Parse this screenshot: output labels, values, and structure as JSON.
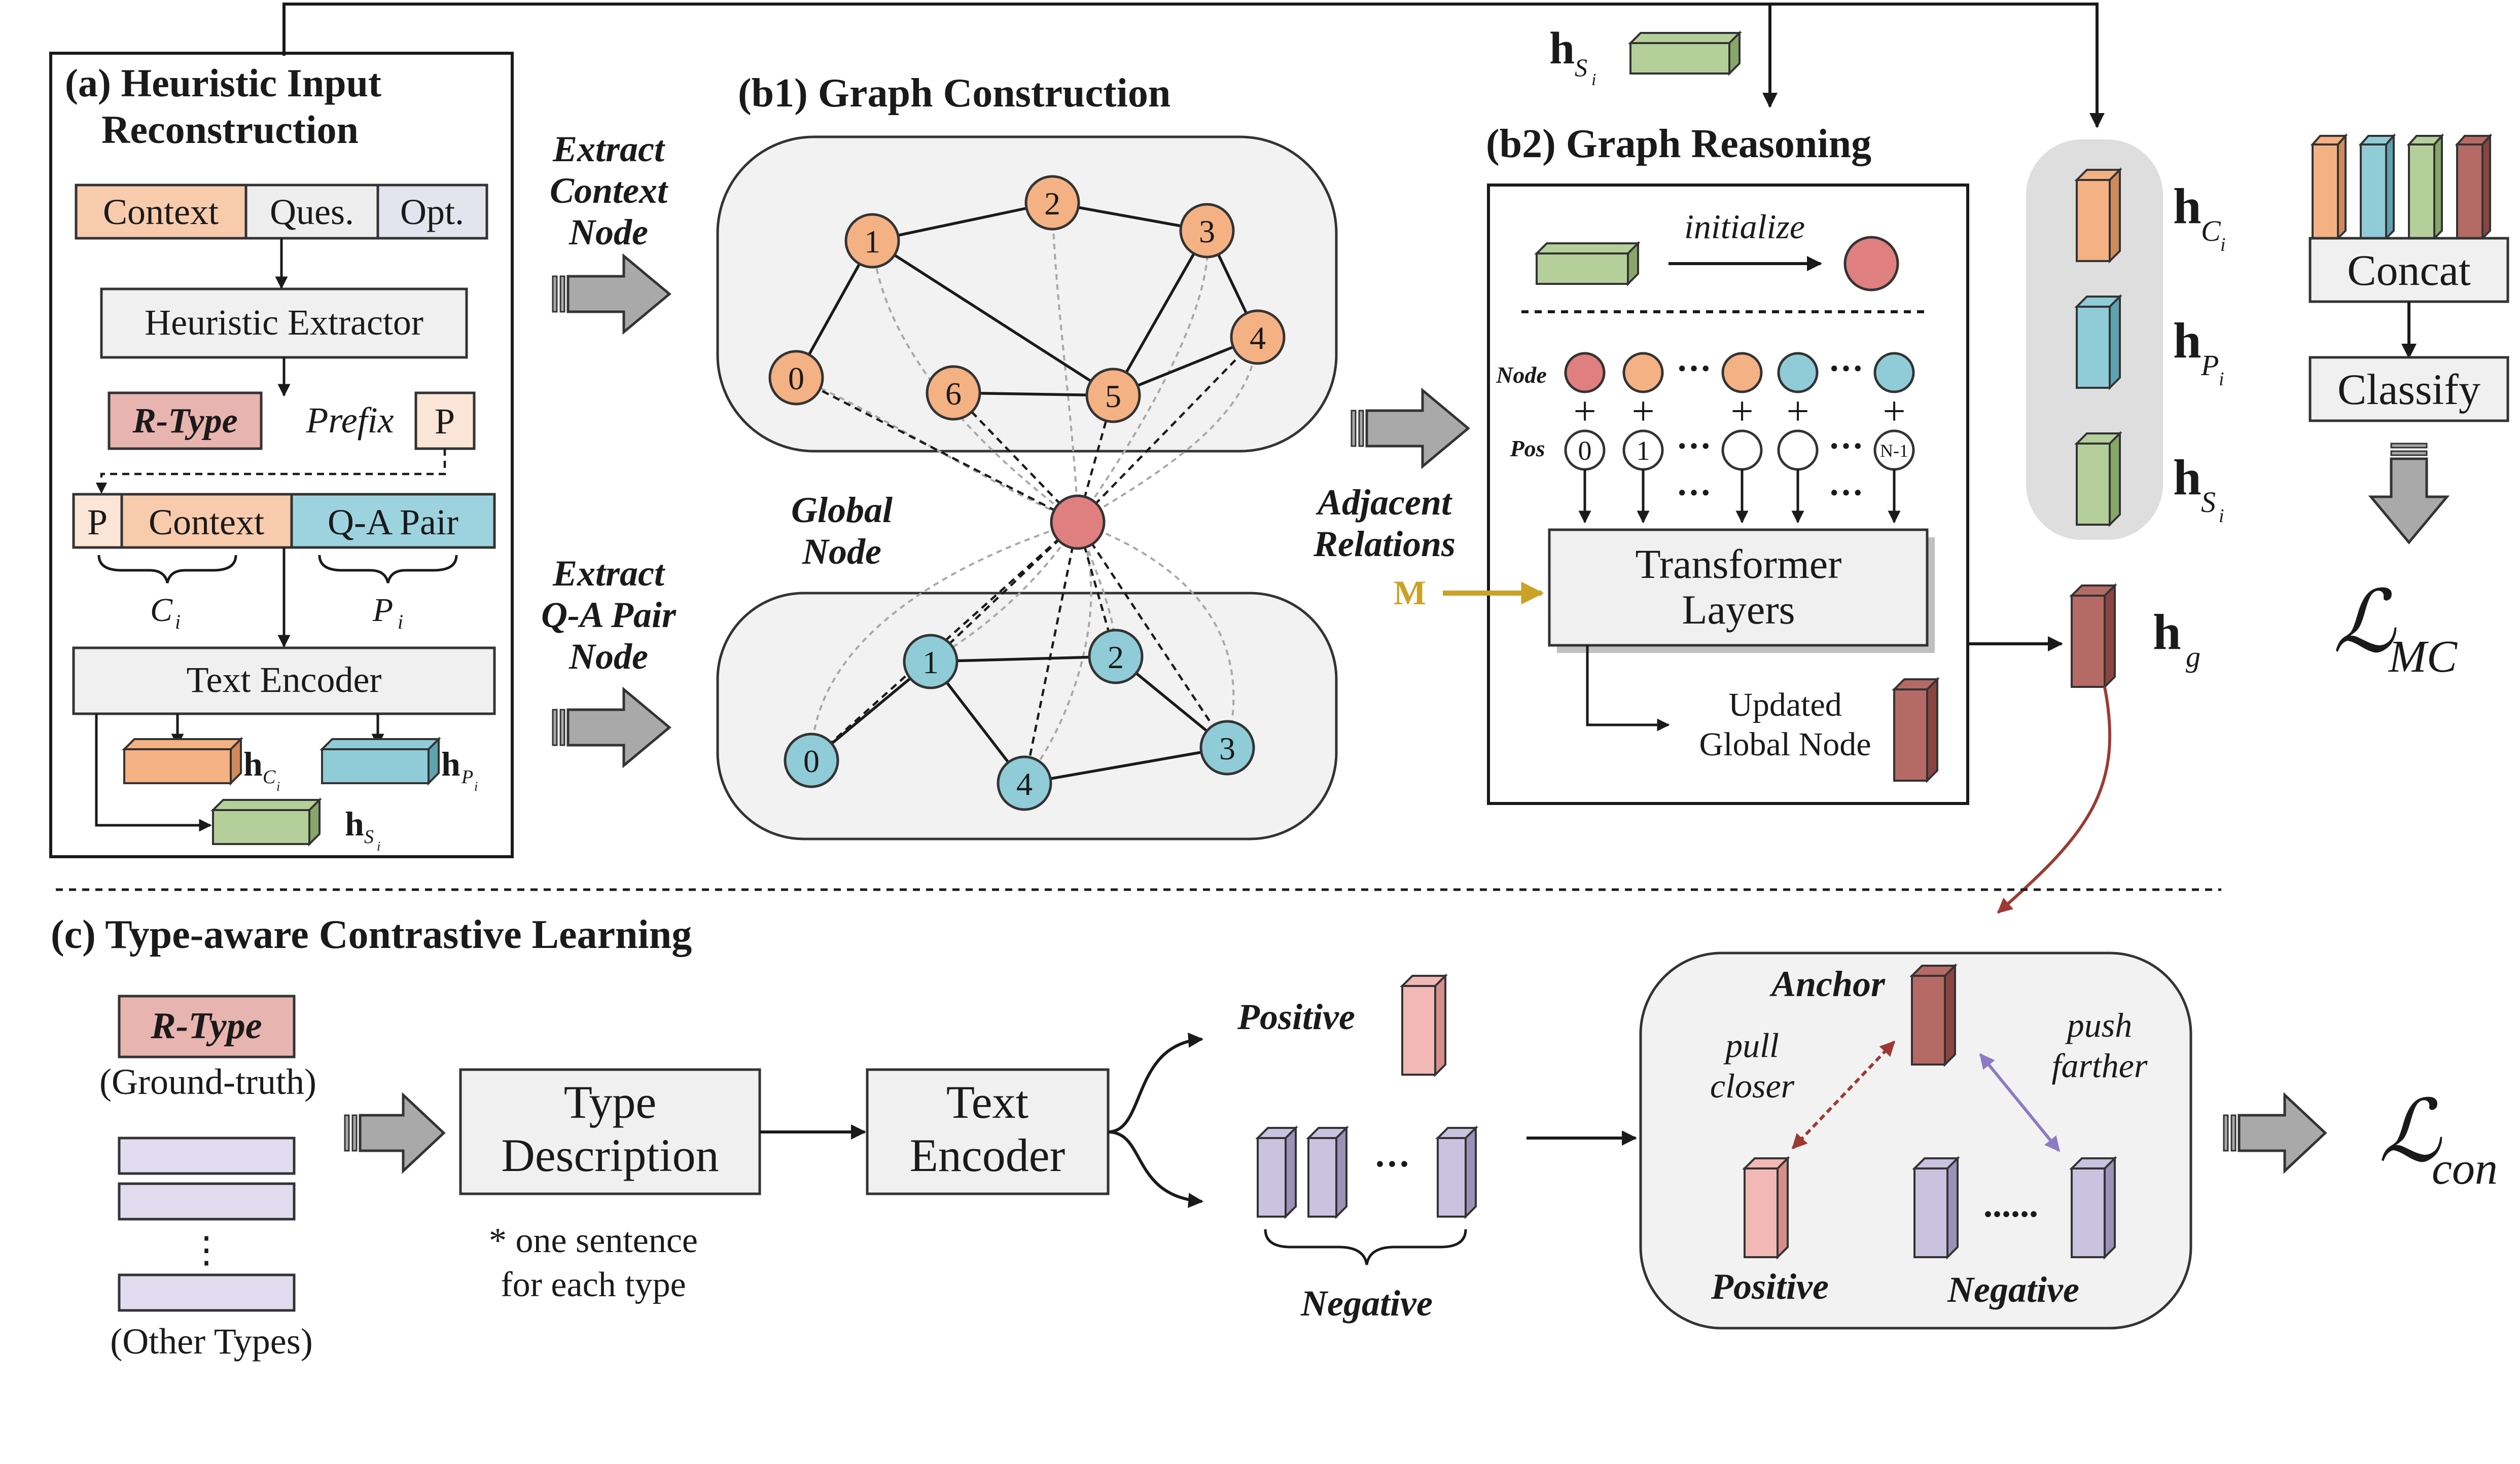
{
  "panel_a": {
    "title_line1": "(a) Heuristic Input",
    "title_line2": "Reconstruction",
    "input_context": "Context",
    "input_ques": "Ques.",
    "input_opt": "Opt.",
    "extractor": "Heuristic Extractor",
    "rtype": "R-Type",
    "prefix": "Prefix",
    "p_token": "P",
    "seq_p": "P",
    "seq_context": "Context",
    "seq_qa": "Q-A Pair",
    "brace_ci": "C",
    "brace_ci_sub": "i",
    "brace_pi": "P",
    "brace_pi_sub": "i",
    "text_encoder": "Text Encoder",
    "out_hc": "h",
    "out_hc_sub": "C",
    "out_hc_subsub": "i",
    "out_hp": "h",
    "out_hp_sub": "P",
    "out_hp_subsub": "i",
    "out_hs": "h",
    "out_hs_sub": "S",
    "out_hs_subsub": "i"
  },
  "arrows_mid": {
    "extract_context_1": "Extract",
    "extract_context_2": "Context",
    "extract_context_3": "Node",
    "extract_qa_1": "Extract",
    "extract_qa_2": "Q-A Pair",
    "extract_qa_3": "Node",
    "adjacent_1": "Adjacent",
    "adjacent_2": "Relations"
  },
  "panel_b1": {
    "title": "(b1) Graph Construction",
    "global_1": "Global",
    "global_2": "Node",
    "context_nodes": [
      "0",
      "1",
      "2",
      "3",
      "4",
      "5",
      "6"
    ],
    "qa_nodes": [
      "0",
      "1",
      "2",
      "3",
      "4"
    ]
  },
  "panel_b2": {
    "title": "(b2) Graph Reasoning",
    "top_h": "h",
    "top_h_sub": "S",
    "top_h_subsub": "i",
    "initialize": "initialize",
    "node_label": "Node",
    "pos_label": "Pos",
    "pos_0": "0",
    "pos_1": "1",
    "pos_n": "N-1",
    "ellipsis": "···",
    "plus": "+",
    "transformer_1": "Transformer",
    "transformer_2": "Layers",
    "m_label": "M",
    "updated_1": "Updated",
    "updated_2": "Global Node"
  },
  "right": {
    "hc": "h",
    "hc_sub": "C",
    "hc_subsub": "i",
    "hp": "h",
    "hp_sub": "P",
    "hp_subsub": "i",
    "hs": "h",
    "hs_sub": "S",
    "hs_subsub": "i",
    "hg": "h",
    "hg_sub": "g",
    "concat": "Concat",
    "classify": "Classify",
    "loss_mc": "ℒ",
    "loss_mc_sub": "MC"
  },
  "panel_c": {
    "title": "(c) Type-aware Contrastive Learning",
    "rtype": "R-Type",
    "ground_truth": "(Ground-truth)",
    "other_types": "(Other Types)",
    "vdots": "⋮",
    "type_desc_1": "Type",
    "type_desc_2": "Description",
    "note_1": "* one sentence",
    "note_2": "for each type",
    "text_enc_1": "Text",
    "text_enc_2": "Encoder",
    "positive": "Positive",
    "negative": "Negative",
    "dots": "···",
    "anchor": "Anchor",
    "pull_1": "pull",
    "pull_2": "closer",
    "push_1": "push",
    "push_2": "farther",
    "positive_in": "Positive",
    "negative_in": "Negative",
    "dots_in": "......",
    "loss_con": "ℒ",
    "loss_con_sub": "con"
  },
  "colors": {
    "orange": "#f4b183",
    "blue": "#8fccd8",
    "green": "#b5cf9a",
    "red": "#b56a65",
    "pink": "#f2b8b5",
    "lavender": "#c9c3e0",
    "gold": "#c9a227",
    "darkred": "#9c3a33",
    "purple": "#8b7ac4"
  }
}
